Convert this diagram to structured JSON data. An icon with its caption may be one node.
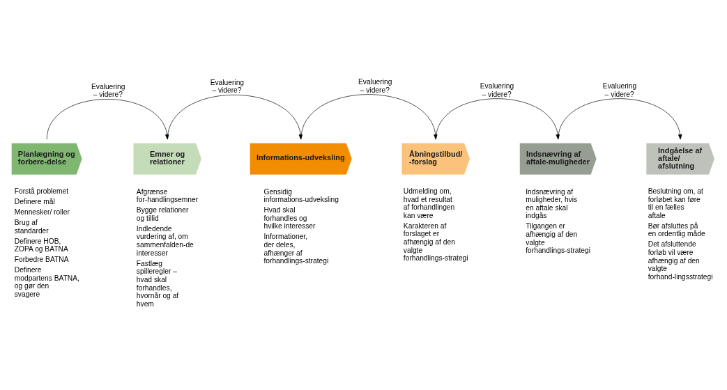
{
  "diagram": {
    "nodes": [
      {
        "text": [
          "Planlægning og forbere-delse"
        ],
        "beside": [
          "Forstå problemet",
          "Definere mål",
          "Mennesker/ roller",
          "Brug af standarder",
          "Definere HOB, ZOPA og BATNA",
          "Forbedre BATNA",
          "Definere modpartens BATNA, og gør den svagere"
        ]
      },
      {
        "text": [
          "Emner og relationer"
        ],
        "beside": [
          "Afgrænse for-handlingsemner",
          "Bygge relationer og tillid",
          "Indledende vurdering af, om sammenfalden-de interesser",
          "Fastlæg spilleregler – hvad skal forhandles, hvornår og af hvem"
        ]
      },
      {
        "text": [
          "Informations-udveksling"
        ],
        "beside": [
          "Gensidig informations-udveksling",
          "Hvad skal forhandles og hvilke interesser",
          "Informationer, der deles, afhænger af forhandlings-strategi"
        ]
      },
      {
        "text": [
          "Åbningstilbud/ -forslag"
        ],
        "beside": [
          "Udmelding om, hvad et resultat af forhandlingen kan være",
          "Karakteren af forslaget er afhængig af den valgte forhandlings-strategi"
        ]
      },
      {
        "text": [
          "Indsnævring af aftale-muligheder"
        ],
        "beside": [
          "Indsnævring af muligheder, hvis en aftale skal indgås",
          "Tilgangen er afhængig af den valgte forhandlings-strategi"
        ]
      },
      {
        "text": [
          "Indgåelse af aftale/ afslutning"
        ],
        "beside": [
          "Beslutning om, at forløbet kan føre til en fælles aftale",
          "Bør afsluttes på en ordentlig måde",
          "Det afsluttende forløb vil være afhængig af den valgte forhand-lingsstrategi"
        ]
      }
    ],
    "edges": [
      {
        "from": 0,
        "to": 1,
        "arrow": "to",
        "label": "Evaluering – videre?"
      },
      {
        "from": 1,
        "to": 2,
        "arrow": "to",
        "label": "Evaluering – videre?"
      },
      {
        "from": 2,
        "to": 3,
        "arrow": "to",
        "label": "Evaluering – videre?"
      },
      {
        "from": 3,
        "to": 4,
        "arrow": "to",
        "label": "Evaluering – videre?"
      },
      {
        "from": 4,
        "to": 5,
        "arrow": "to",
        "label": "Evaluering – videre?"
      }
    ]
  }
}
